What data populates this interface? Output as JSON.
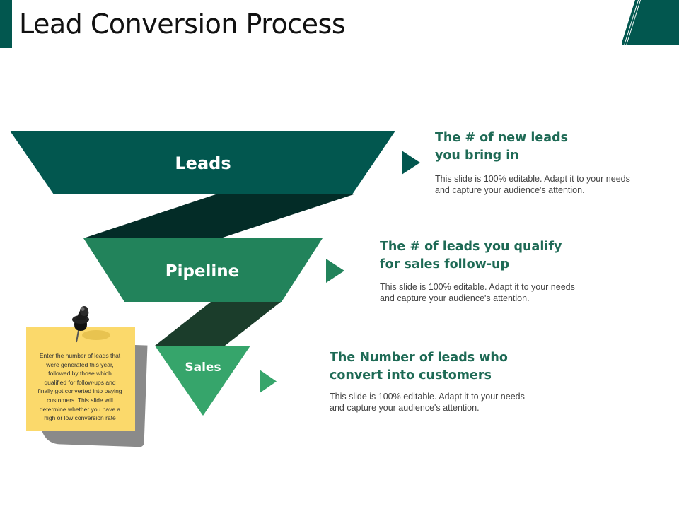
{
  "title": "Lead Conversion Process",
  "colors": {
    "accent": "#02574f",
    "leads": "#02574f",
    "connector1": "#032c27",
    "pipeline": "#22835b",
    "connector2": "#1b3d2b",
    "sales": "#36a56b",
    "note": "#fbd96b",
    "heading_text": "#1e6a55"
  },
  "funnel": {
    "stages": [
      {
        "label": "Leads"
      },
      {
        "label": "Pipeline"
      },
      {
        "label": "Sales"
      }
    ]
  },
  "steps": [
    {
      "heading": [
        "The # of new leads",
        "you bring in"
      ],
      "description": [
        "This slide is 100% editable. Adapt it to your needs",
        "and capture your audience's attention."
      ]
    },
    {
      "heading": [
        "The # of leads you qualify",
        "for sales follow-up"
      ],
      "description": [
        "This slide is 100% editable. Adapt it to your needs",
        "and capture your audience's attention."
      ]
    },
    {
      "heading": [
        "The Number of leads who",
        "convert into customers"
      ],
      "description": [
        "This slide is 100% editable. Adapt it to your needs",
        "and capture your audience's attention."
      ]
    }
  ],
  "note": {
    "lines": [
      "Enter the number of leads that",
      "were generated this year,",
      "followed by those which",
      "qualified for follow-ups and",
      "finally got converted into paying",
      "customers. This slide will",
      "determine whether you have a",
      "high or low conversion rate"
    ]
  },
  "icons": {
    "arrow": "triangle-right-icon",
    "pin": "push-pin-icon"
  }
}
